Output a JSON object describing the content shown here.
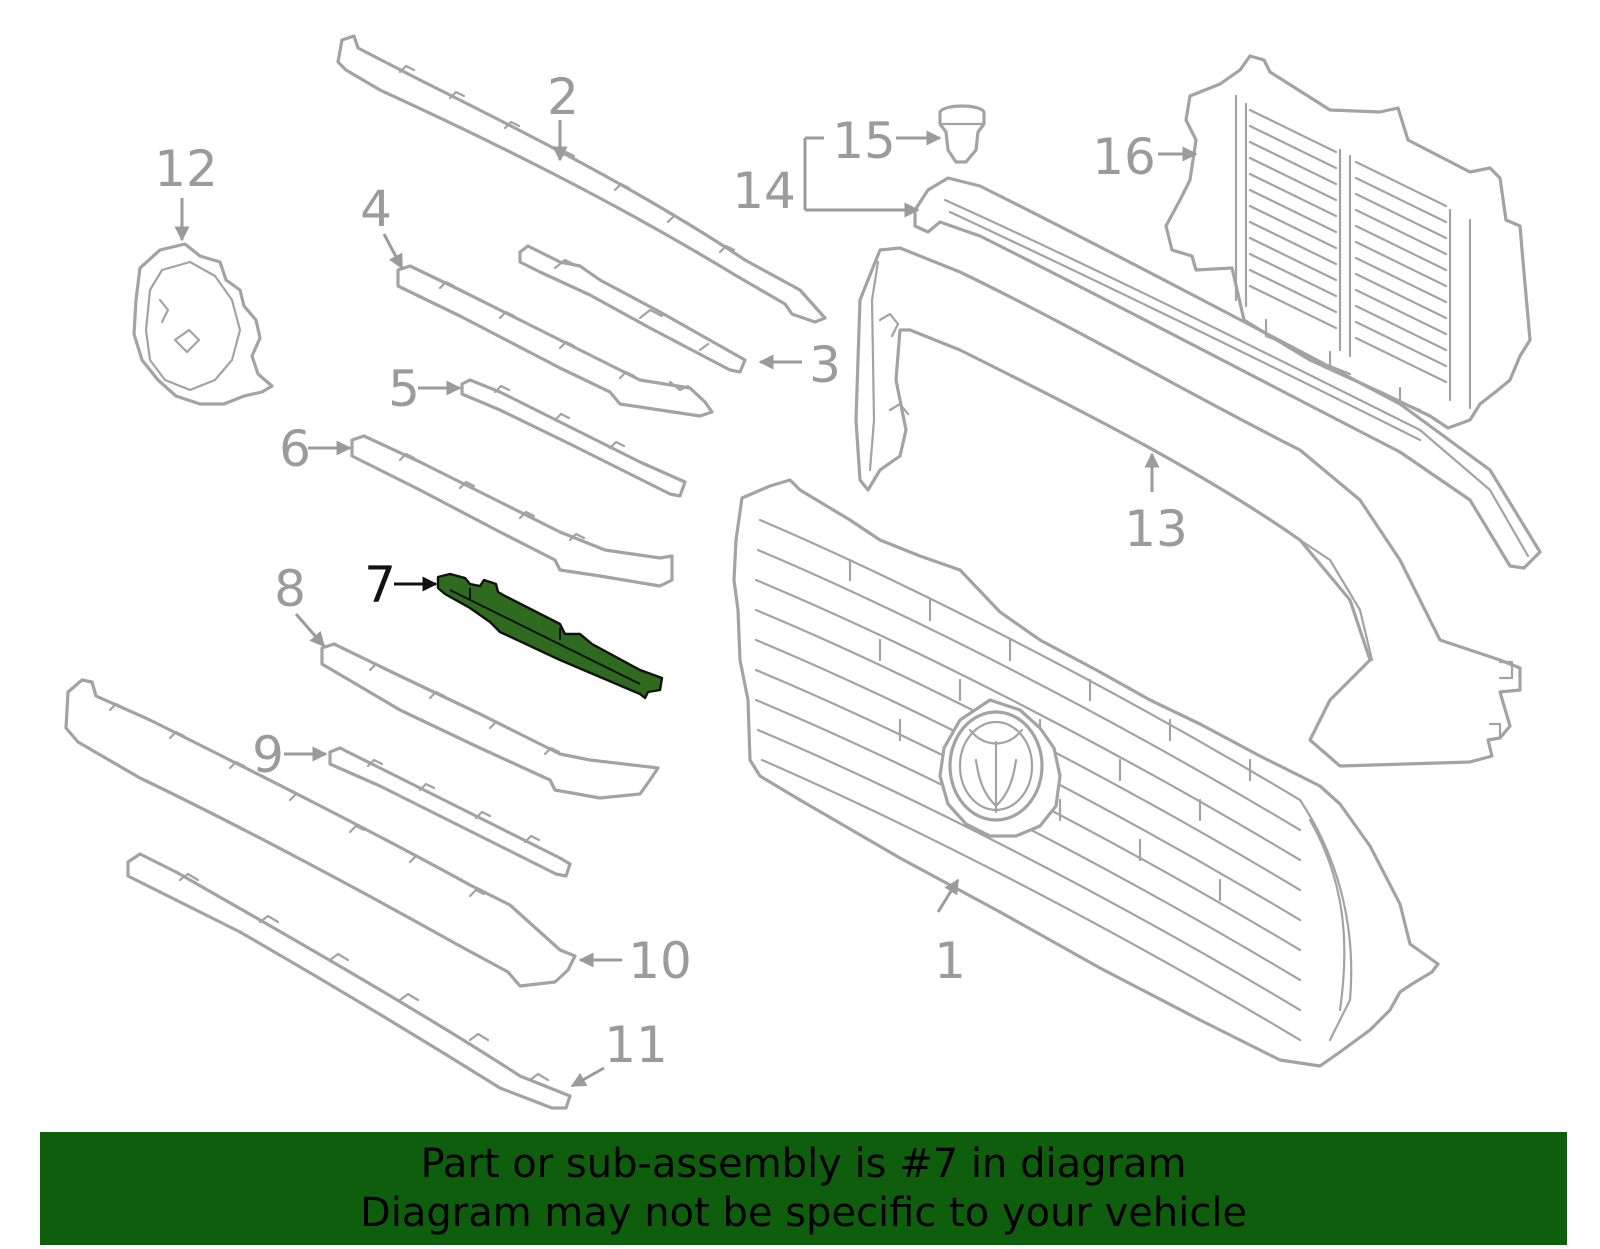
{
  "callouts": {
    "c1": "1",
    "c2": "2",
    "c3": "3",
    "c4": "4",
    "c5": "5",
    "c6": "6",
    "c7": "7",
    "c8": "8",
    "c9": "9",
    "c10": "10",
    "c11": "11",
    "c12": "12",
    "c13": "13",
    "c14": "14",
    "c15": "15",
    "c16": "16"
  },
  "highlighted_part": "7",
  "colors": {
    "highlight_fill": "#2f6b1f",
    "banner_background": "#0e5e0e",
    "part_stroke": "#a3a3a3",
    "callout_text": "#9b9b9b"
  },
  "banner": {
    "line1": "Part or sub-assembly is #7 in diagram",
    "line2": "Diagram may not be specific to your vehicle"
  }
}
